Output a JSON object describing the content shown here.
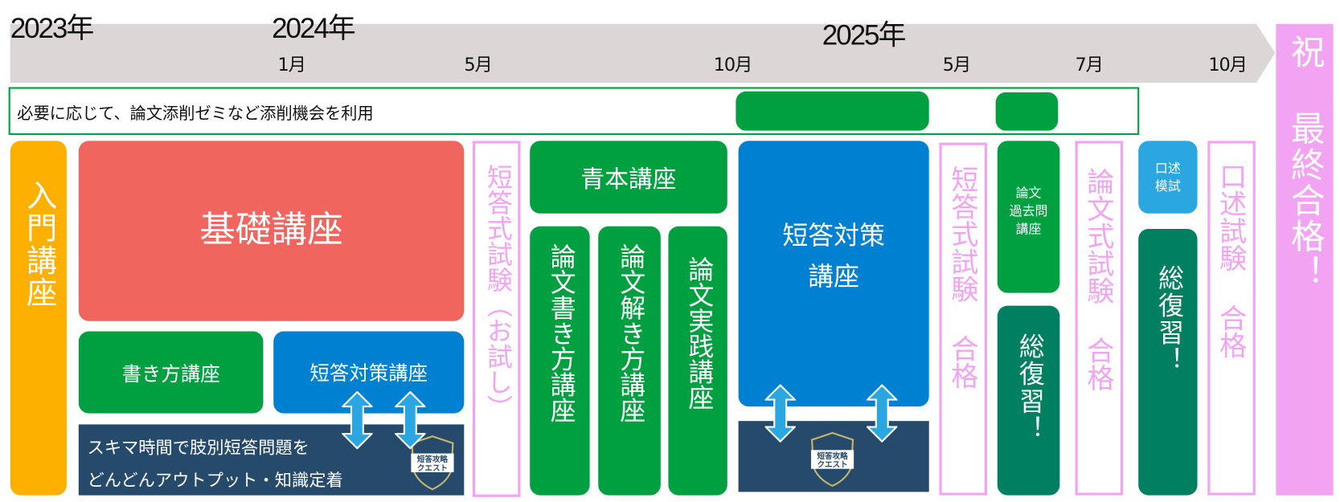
{
  "timeline": {
    "years": [
      "2023年",
      "2024年",
      "2025年"
    ],
    "months": [
      "1月",
      "5月",
      "10月",
      "5月",
      "7月",
      "10月"
    ]
  },
  "colors": {
    "green": "#00a040",
    "dark_green": "#008060",
    "blue": "#0080d0",
    "light_blue": "#2aa7e0",
    "navy": "#254a6b",
    "red": "#f0665e",
    "orange": "#fdb000",
    "pink": "#f2a4f2",
    "gray": "#dcd6d6"
  },
  "tensaku_note": "必要に応じて、論文添削ゼミなど添削機会を利用",
  "blocks": {
    "intro": "入門講座",
    "kiso": "基礎講座",
    "kakikata": "書き方講座",
    "tantou1": "短答対策講座",
    "sukima_line1": "スキマ時間で肢別短答問題を",
    "sukima_line2": "どんどんアウトプット・知識定着",
    "logo_text": "短答攻略クエスト",
    "trial_exam": "短答式試験（お試し）",
    "aomoto": "青本講座",
    "ronbun_kaki": "論文書き方講座",
    "ronbun_toki": "論文解き方講座",
    "ronbun_jissen": "論文実践講座",
    "tantou2_line1": "短答対策",
    "tantou2_line2": "講座",
    "tantou_pass": "短答式試験 合格",
    "kakomon_line1": "論文",
    "kakomon_line2": "過去問",
    "kakomon_line3": "講座",
    "review1": "総復習！",
    "ronbun_pass": "論文式試験 合格",
    "koujutsu_mock_line1": "口述",
    "koujutsu_mock_line2": "模試",
    "review2": "総復習！",
    "koujutsu_pass": "口述試験 合格",
    "final": "祝 最終合格！"
  }
}
